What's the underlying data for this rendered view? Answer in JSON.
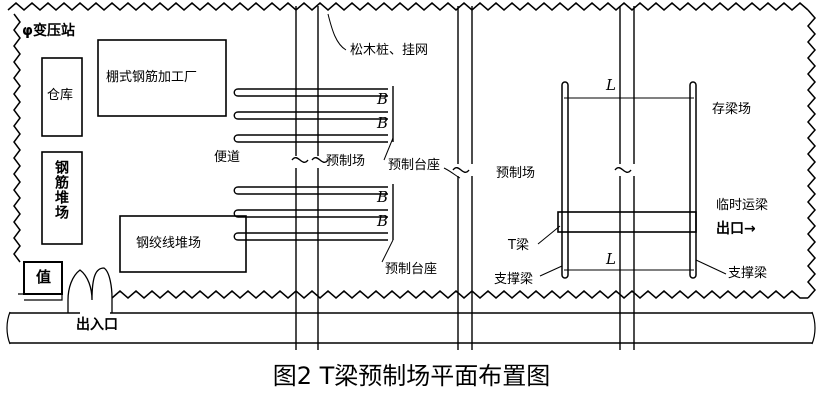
{
  "labels": {
    "substation": "φ变压站",
    "warehouse": "仓库",
    "shed_workshop": "棚式钢筋加工厂",
    "rebar_yard": "钢筋堆场",
    "strand_yard": "钢绞线堆场",
    "guard": "值",
    "entrance": "出入口",
    "access_road": "便道",
    "pine_piles": "松木桩、挂网",
    "precast_yard_1": "预制场",
    "precast_pedestal_top": "预制台座",
    "precast_pedestal_bottom": "预制台座",
    "precast_yard_2": "预制场",
    "t_beam": "T梁",
    "support_beam_left": "支撑梁",
    "beam_storage": "存梁场",
    "temp_beam_transport": "临时运梁",
    "exit": "出口→",
    "support_beam_right": "支撑梁",
    "dim_B": "B",
    "dim_L": "L"
  },
  "caption": "图2 T梁预制场平面布置图"
}
